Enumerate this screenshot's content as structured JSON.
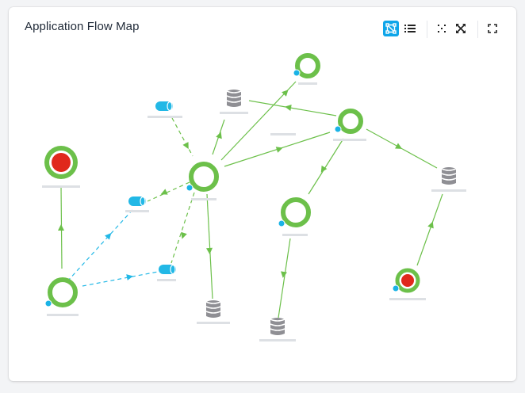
{
  "panel": {
    "title": "Application Flow Map"
  },
  "toolbar": {
    "buttons": [
      {
        "name": "topology-view-button",
        "icon": "topology-icon",
        "active": true
      },
      {
        "name": "grid-view-button",
        "icon": "grid-dots-icon",
        "active": false
      },
      {
        "name": "collapse-button",
        "icon": "collapse-arrows-icon",
        "active": false
      },
      {
        "name": "expand-button",
        "icon": "expand-arrows-icon",
        "active": false
      },
      {
        "name": "fullscreen-button",
        "icon": "fullscreen-icon",
        "active": false
      }
    ]
  },
  "colors": {
    "healthy": "#6cc04a",
    "critical": "#e0281c",
    "agent_dot": "#1ab3e6",
    "queue": "#22b8e6",
    "database": "#8f8f94",
    "label_placeholder": "#dde0e4",
    "edge_solid": "#6cc04a",
    "edge_dashed_green": "#6cc04a",
    "edge_dashed_blue": "#22b8e6"
  },
  "nodes": [
    {
      "id": "n-top",
      "kind": "service",
      "status": "healthy"
    },
    {
      "id": "n-right",
      "kind": "service",
      "status": "healthy"
    },
    {
      "id": "n-center",
      "kind": "service",
      "status": "healthy"
    },
    {
      "id": "n-left-critical",
      "kind": "service",
      "status": "critical"
    },
    {
      "id": "n-bottom-left",
      "kind": "service",
      "status": "healthy"
    },
    {
      "id": "n-mid-right",
      "kind": "service",
      "status": "healthy"
    },
    {
      "id": "n-bottom-right",
      "kind": "service",
      "status": "critical"
    },
    {
      "id": "q-top",
      "kind": "queue"
    },
    {
      "id": "q-mid",
      "kind": "queue"
    },
    {
      "id": "q-bottom",
      "kind": "queue"
    },
    {
      "id": "db-top",
      "kind": "database"
    },
    {
      "id": "db-right",
      "kind": "database"
    },
    {
      "id": "db-bottom-center",
      "kind": "database"
    },
    {
      "id": "db-bottom-mid",
      "kind": "database"
    }
  ],
  "edges": [
    {
      "from": "n-center",
      "to": "n-top",
      "style": "solid"
    },
    {
      "from": "n-center",
      "to": "db-top",
      "style": "solid"
    },
    {
      "from": "n-center",
      "to": "n-right",
      "style": "solid"
    },
    {
      "from": "n-right",
      "to": "db-top",
      "style": "solid"
    },
    {
      "from": "n-right",
      "to": "db-right",
      "style": "solid"
    },
    {
      "from": "n-right",
      "to": "n-mid-right",
      "style": "solid"
    },
    {
      "from": "n-center",
      "to": "db-bottom-center",
      "style": "solid"
    },
    {
      "from": "n-mid-right",
      "to": "db-bottom-mid",
      "style": "solid"
    },
    {
      "from": "n-bottom-right",
      "to": "db-right",
      "style": "solid"
    },
    {
      "from": "n-bottom-left",
      "to": "n-left-critical",
      "style": "solid"
    },
    {
      "from": "q-top",
      "to": "n-center",
      "style": "dashed-green"
    },
    {
      "from": "n-center",
      "to": "q-mid",
      "style": "dashed-green"
    },
    {
      "from": "n-center",
      "to": "q-bottom",
      "style": "dashed-green"
    },
    {
      "from": "n-bottom-left",
      "to": "q-mid",
      "style": "dashed-blue"
    },
    {
      "from": "n-bottom-left",
      "to": "q-bottom",
      "style": "dashed-blue"
    }
  ]
}
